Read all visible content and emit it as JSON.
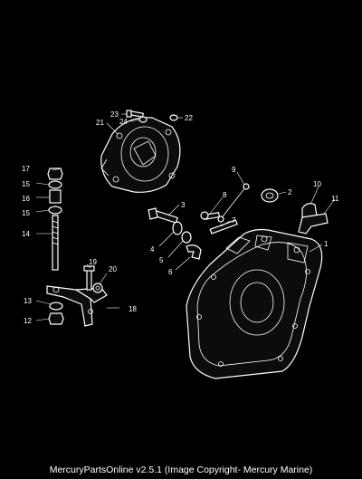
{
  "caption": "MercuryPartsOnline v2.5.1 (Image Copyright- Mercury Marine)",
  "callouts": {
    "c1": "1",
    "c2": "2",
    "c3": "3",
    "c4": "4",
    "c5": "5",
    "c6": "6",
    "c7": "7",
    "c8": "8",
    "c9": "9",
    "c10": "10",
    "c11": "11",
    "c12": "12",
    "c13": "13",
    "c14": "14",
    "c15a": "15",
    "c15b": "15",
    "c16": "16",
    "c17": "17",
    "c18": "18",
    "c19": "19",
    "c20": "20",
    "c21": "21",
    "c22": "22",
    "c23": "23",
    "c24": "24"
  },
  "colors": {
    "background": "#000000",
    "ink": "#ffffff"
  }
}
